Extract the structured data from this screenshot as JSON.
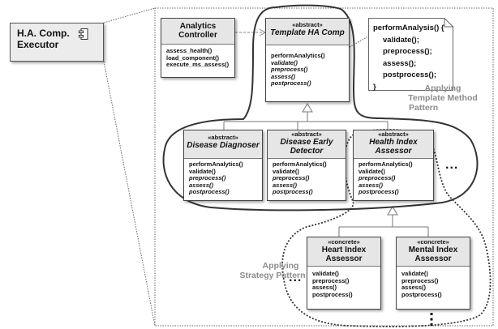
{
  "executor": {
    "name_line1": "H.A. Comp.",
    "name_line2": "Executor",
    "icon": "component-icon"
  },
  "analytics_controller": {
    "title_line1": "Analytics",
    "title_line2": "Controller",
    "methods": [
      "assess_health()",
      "load_component()",
      "execute_ms_assess()"
    ]
  },
  "template": {
    "stereotype": "«abstract»",
    "title": "Template HA Comp",
    "methods": [
      "performAnalytics()",
      "validate()",
      "preprocess()",
      "assess()",
      "postprocess()"
    ]
  },
  "note": {
    "lines": [
      "performAnalysis() {",
      "validate();",
      "preprocess();",
      "assess();",
      "postprocess();",
      "}"
    ]
  },
  "labels": {
    "template_line1": "Applying",
    "template_line2": "Template Method",
    "template_line3": "Pattern",
    "strategy_line1": "Applying",
    "strategy_line2": "Strategy Pattern"
  },
  "disease_diagnoser": {
    "stereotype": "«abstract»",
    "title": "Disease Diagnoser",
    "methods": [
      "performAnalytics()",
      "validate()",
      "preprocess()",
      "assess()",
      "postprocess()"
    ]
  },
  "disease_early_detector": {
    "stereotype": "«abstract»",
    "title_line1": "Disease Early",
    "title_line2": "Detector",
    "methods": [
      "performAnalytics()",
      "validate()",
      "preprocess()",
      "assess()",
      "postprocess()"
    ]
  },
  "health_index_assessor": {
    "stereotype": "«abstract»",
    "title_line1": "Health Index",
    "title_line2": "Assessor",
    "methods": [
      "performAnalytics()",
      "validate()",
      "preprocess()",
      "assess()",
      "postprocess()"
    ]
  },
  "heart_index_assessor": {
    "stereotype": "«concrete»",
    "title_line1": "Heart Index",
    "title_line2": "Assessor",
    "methods": [
      "validate()",
      "preprocess()",
      "assess()",
      "postprocess()"
    ]
  },
  "mental_index_assessor": {
    "stereotype": "«concrete»",
    "title_line1": "Mental Index",
    "title_line2": "Assessor",
    "methods": [
      "validate()",
      "preprocess()",
      "assess()",
      "postprocess()"
    ]
  },
  "ellipsis": "..."
}
